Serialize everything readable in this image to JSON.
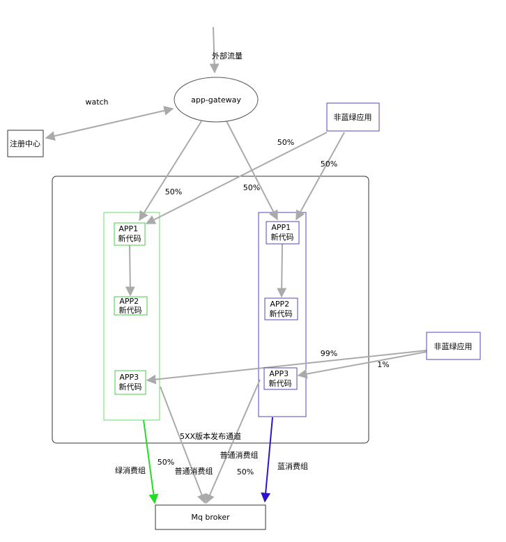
{
  "nodes": {
    "gateway": "app-gateway",
    "registry": "注册中心",
    "non_bluegreen_top": "非蓝绿应用",
    "non_bluegreen_bottom": "非蓝绿应用",
    "mq_broker": "Mq broker",
    "green": {
      "app1": [
        "APP1",
        "新代码"
      ],
      "app2": [
        "APP2",
        "新代码"
      ],
      "app3": [
        "APP3",
        "新代码"
      ]
    },
    "blue": {
      "app1": [
        "APP1",
        "新代码"
      ],
      "app2": [
        "APP2",
        "新代码"
      ],
      "app3": [
        "APP3",
        "新代码"
      ]
    }
  },
  "labels": {
    "external_traffic": "外部流量",
    "watch": "watch",
    "gw_green_pct": "50%",
    "gw_blue_pct": "50%",
    "nbg_top_green_pct": "50%",
    "nbg_top_blue_pct": "50%",
    "nbg_bottom_green_pct": "99%",
    "nbg_bottom_blue_pct": "1%",
    "channel": "5XX版本发布通道",
    "green_consumer": "绿消费组",
    "blue_consumer": "蓝消费组",
    "normal_consumer_left": "普通消费组",
    "normal_consumer_right": "普通消费组",
    "mq_left_pct": "50%",
    "mq_right_pct": "50%"
  },
  "colors": {
    "gray_arrow": "#aaaaaa",
    "green": "#33cc33",
    "blue": "#2a16c8",
    "node_border_green": "#66dd66",
    "node_border_blue": "#5544bb"
  }
}
